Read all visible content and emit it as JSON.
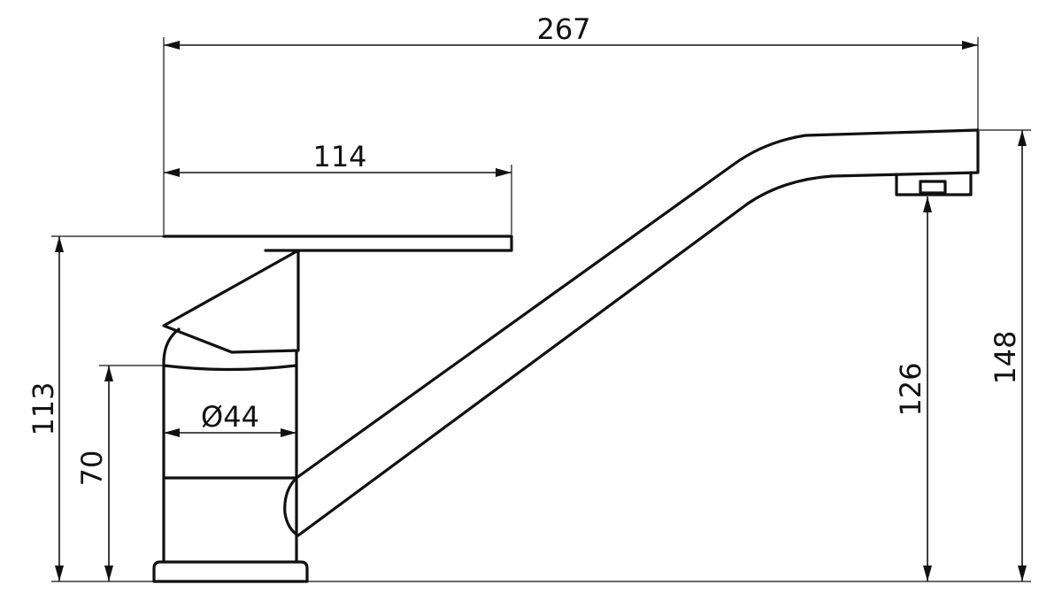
{
  "dimensions": {
    "overall_length": "267",
    "lever_length": "114",
    "base_diameter": "Ø44",
    "total_height": "113",
    "body_height": "70",
    "spout_clearance": "126",
    "spout_height": "148"
  }
}
